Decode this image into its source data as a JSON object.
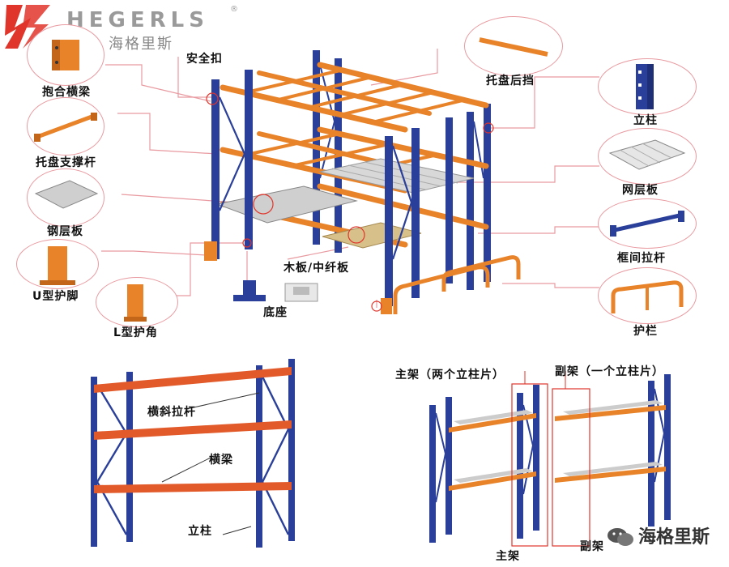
{
  "brand": {
    "name_en": "HEGERLS",
    "name_cn": "海格里斯",
    "registered": "®",
    "colors": {
      "logo_red": "#e0352b",
      "upright_blue": "#2a3f9a",
      "beam_orange": "#e8832a",
      "callout_line": "#e89aa0"
    }
  },
  "top_diagram": {
    "labels": {
      "safety_clip": "安全扣",
      "combined_beam": "抱合横梁",
      "pallet_support": "托盘支撑杆",
      "steel_deck": "钢层板",
      "u_guard": "U型护脚",
      "l_guard": "L型护角",
      "base": "底座",
      "wood_board": "木板/中纤板",
      "pallet_stop": "托盘后挡",
      "upright": "立柱",
      "wire_deck": "网层板",
      "frame_tie": "框间拉杆",
      "guardrail": "护栏"
    }
  },
  "bottom_left": {
    "labels": {
      "brace": "横斜拉杆",
      "beam": "横梁",
      "upright": "立柱"
    }
  },
  "bottom_right": {
    "labels": {
      "main_frame_header": "主架（两个立柱片）",
      "sub_frame_header": "副架（一个立柱片）",
      "main_frame": "主架",
      "sub_frame": "副架"
    }
  },
  "watermark": {
    "text": "海格里斯",
    "icon": "wechat-icon"
  }
}
